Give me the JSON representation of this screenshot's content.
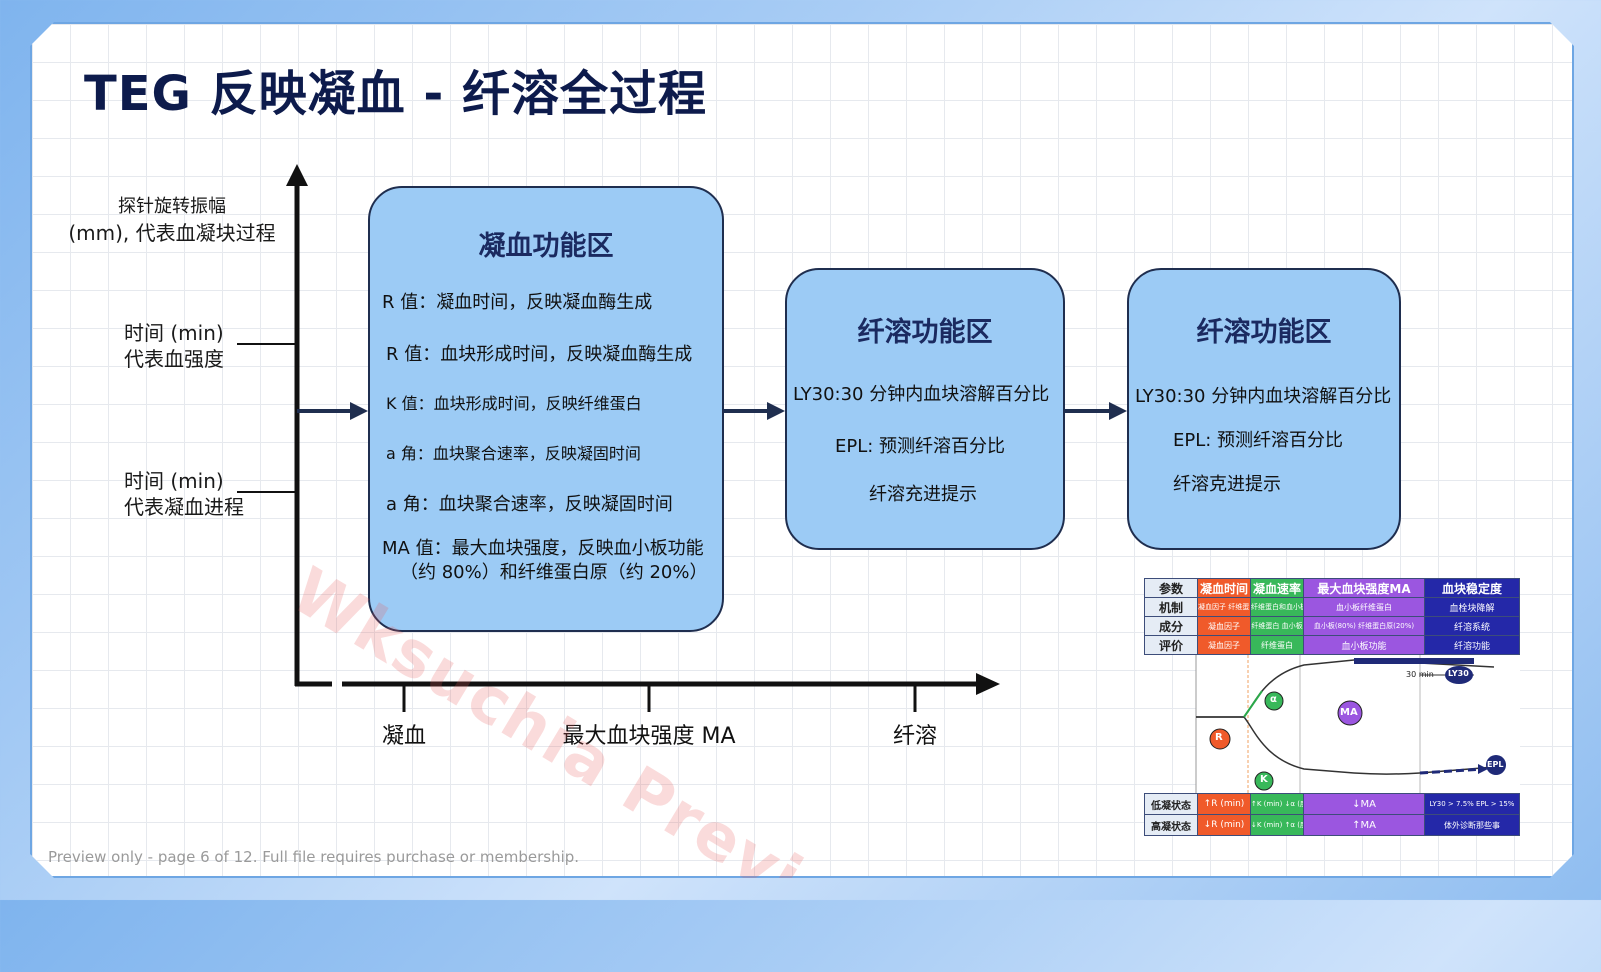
{
  "title": "TEG 反映凝血 - 纤溶全过程",
  "y_axis_label": [
    "探针旋转振幅",
    "(mm), 代表血凝块过程"
  ],
  "left_labels": {
    "strength": [
      "时间 (min)",
      "代表血强度"
    ],
    "coag": [
      "时间 (min)",
      "代表凝血进程"
    ]
  },
  "x_axis_ticks": [
    "凝血",
    "最大血块强度 MA",
    "纤溶"
  ],
  "boxes": [
    {
      "heading": "凝血功能区",
      "lines": [
        "R 值：凝血时间，反映凝血酶生成",
        "R 值：血块形成时间，反映凝血酶生成",
        "K 值：血块形成时间，反映纤维蛋白",
        "a 角：血块聚合速率，反映凝固时间",
        "a 角：血块聚合速率，反映凝固时间",
        "MA 值：最大血块强度，反映血小板功能",
        "（约 80%）和纤维蛋白原（约 20%）"
      ]
    },
    {
      "heading": "纤溶功能区",
      "lines": [
        "LY30:30 分钟内血块溶解百分比",
        "EPL: 预测纤溶百分比",
        "纤溶充进提示"
      ]
    },
    {
      "heading": "纤溶功能区",
      "lines": [
        "LY30:30 分钟内血块溶解百分比",
        "EPL: 预测纤溶百分比",
        "纤溶克进提示"
      ]
    }
  ],
  "inset_table": {
    "header": [
      "参数",
      "凝血时间",
      "凝血速率",
      "最大血块强度MA",
      "血块稳定度"
    ],
    "rows": [
      {
        "label": "机制",
        "cells": [
          "凝血因子 纤维蛋白原",
          "纤维蛋白和血小板",
          "血小板纤维蛋白",
          "血栓块降解"
        ]
      },
      {
        "label": "成分",
        "cells": [
          "凝血因子",
          "纤维蛋白 血小板",
          "血小板(80%) 纤维蛋白原(20%)",
          "纤溶系统"
        ]
      },
      {
        "label": "评价",
        "cells": [
          "凝血因子",
          "纤维蛋白",
          "血小板功能",
          "纤溶功能"
        ]
      }
    ],
    "curve_labels": {
      "r": "R",
      "alpha": "α",
      "k": "K",
      "ma": "MA",
      "ly30": "LY30",
      "epl": "EPL",
      "time": "30 min"
    },
    "bottom_rows": [
      {
        "label": "低凝状态",
        "cells": [
          "↑R (min)",
          "↑K (min) ↓α (度)",
          "↓MA",
          "LY30 > 7.5% EPL > 15%"
        ]
      },
      {
        "label": "高凝状态",
        "cells": [
          "↓R (min)",
          "↓K (min) ↑α (度)",
          "↑MA",
          "体外诊断那些事"
        ]
      }
    ]
  },
  "watermark": "Wksuchia Preview",
  "footer": "Preview only - page 6 of 12. Full file requires purchase or membership.",
  "colors": {
    "box_fill": "#9ccbf5",
    "title": "#0d1b4c",
    "axis": "#111111"
  }
}
